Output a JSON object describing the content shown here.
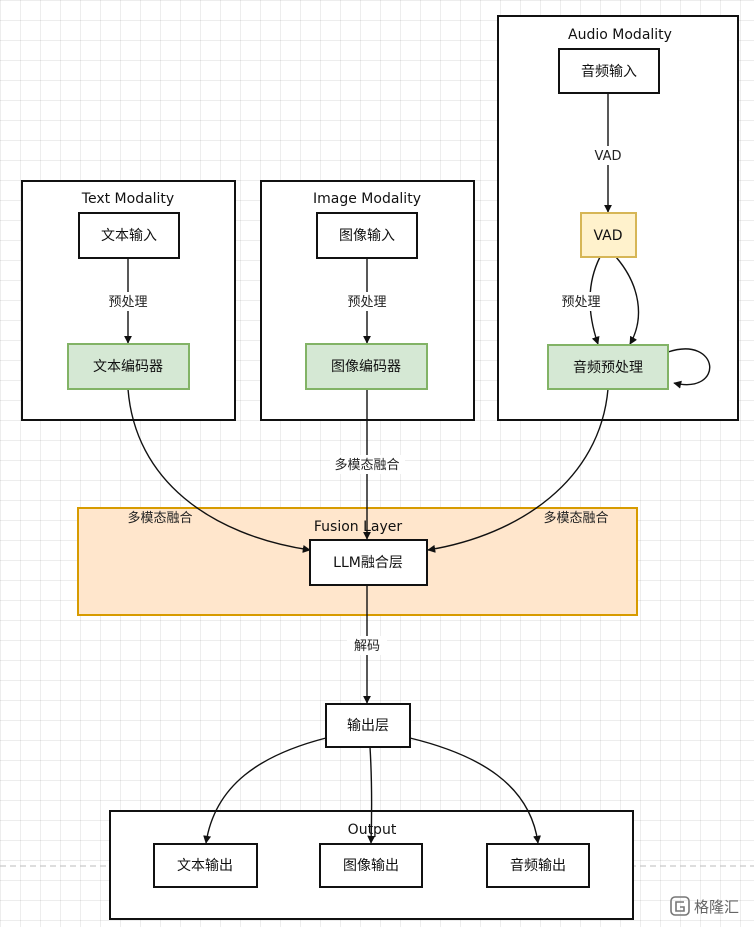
{
  "groups": {
    "text_modality": {
      "title": "Text Modality"
    },
    "image_modality": {
      "title": "Image Modality"
    },
    "audio_modality": {
      "title": "Audio Modality"
    },
    "fusion_layer": {
      "title": "Fusion Layer"
    },
    "output": {
      "title": "Output"
    }
  },
  "nodes": {
    "text_input": "文本输入",
    "text_encoder": "文本编码器",
    "image_input": "图像输入",
    "image_encoder": "图像编码器",
    "audio_input": "音频输入",
    "vad": "VAD",
    "audio_preprocess": "音频预处理",
    "llm_fusion": "LLM融合层",
    "output_layer": "输出层",
    "text_output": "文本输出",
    "image_output": "图像输出",
    "audio_output": "音频输出"
  },
  "edges": {
    "text_preprocess": "预处理",
    "image_preprocess": "预处理",
    "audio_vad": "VAD",
    "vad_preprocess": "预处理",
    "text_fusion": "多模态融合",
    "image_fusion": "多模态融合",
    "audio_fusion": "多模态融合",
    "decode": "解码"
  },
  "colors": {
    "encoder_fill": "#d5e8d4",
    "encoder_stroke": "#82b366",
    "vad_fill": "#fff2cc",
    "vad_stroke": "#d6b656",
    "fusion_fill": "#ffe6cc",
    "fusion_stroke": "#d79b00"
  },
  "watermark": {
    "icon": "gelonghui-logo-icon",
    "text": "格隆汇"
  }
}
